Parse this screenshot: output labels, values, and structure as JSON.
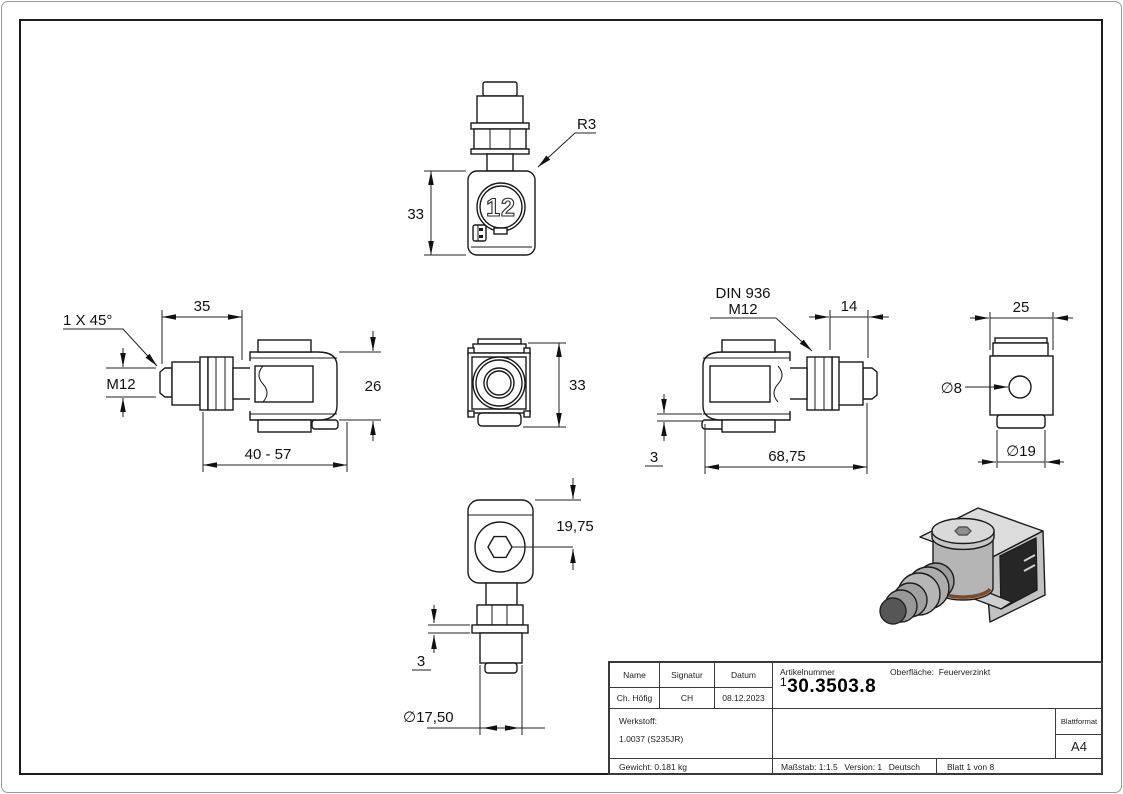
{
  "page": {
    "background": "#ffffff",
    "frame_color": "#1d1d1d",
    "line_color": "#1a1a1a"
  },
  "drawing": {
    "top_view": {
      "height_dim": "33",
      "corner_radius": "R3",
      "emblem_number": "12"
    },
    "left_side_view": {
      "chamfer_label": "1 X 45°",
      "thread_label": "M12",
      "length_top": "35",
      "height_right": "26",
      "length_bottom": "40 - 57"
    },
    "front_view": {
      "height_dim": "33"
    },
    "right_side_view": {
      "nut_standard": "DIN 936",
      "nut_thread": "M12",
      "length_top": "14",
      "plate_thickness": "3",
      "length_bottom": "68,75"
    },
    "end_view": {
      "width_dim": "25",
      "hole_dim": "∅8",
      "diameter_dim": "∅19"
    },
    "bottom_view": {
      "center_dim": "19,75",
      "washer_thickness": "3",
      "diameter_dim": "∅17,50"
    }
  },
  "title_block": {
    "name_label": "Name",
    "signature_label": "Signatur",
    "date_label": "Datum",
    "name_value": "Ch. Höfig",
    "signature_value": "CH",
    "date_value": "08.12.2023",
    "article_label": "Artikelnummer",
    "article_prefix": "1",
    "article_number": "30.3503.8",
    "surface_label": "Oberfläche:",
    "surface_value": "Feuerverzinkt",
    "material_label": "Werkstoff:",
    "material_value": "1.0037 (S235JR)",
    "weight_value": "Gewicht: 0.181 kg",
    "scale_value": "Maßstab: 1:1.5",
    "version_value": "Version: 1",
    "language_value": "Deutsch",
    "sheet_value": "Blatt 1 von 8",
    "format_label": "Blattformat",
    "format_value": "A4"
  }
}
